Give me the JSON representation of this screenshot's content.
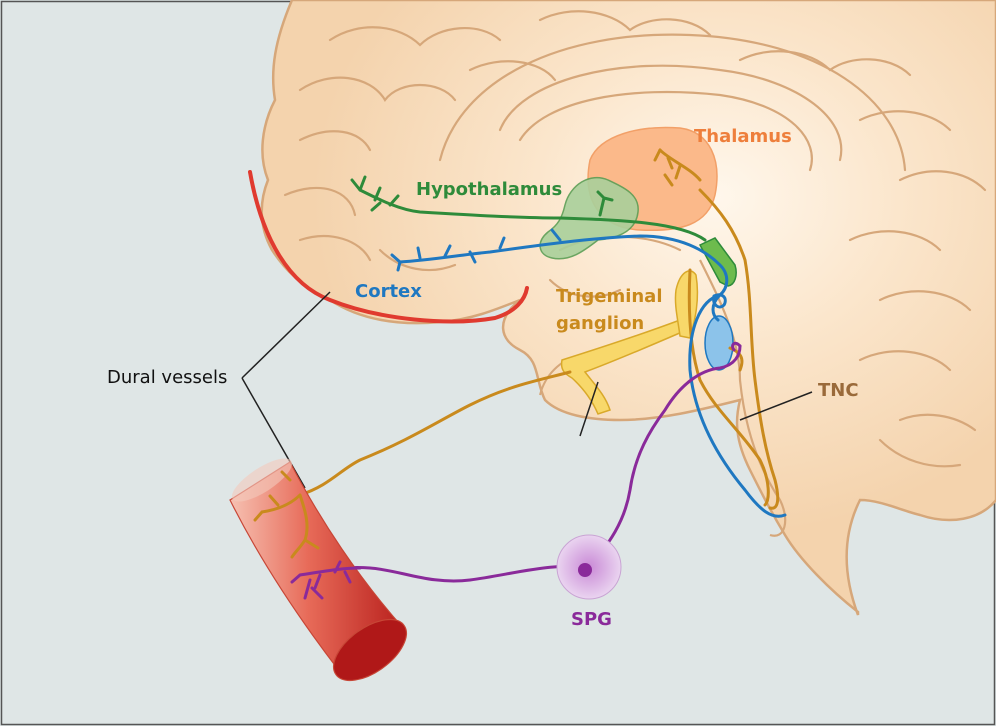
{
  "labels": {
    "thalamus": "Thalamus",
    "hypothalamus": "Hypothalamus",
    "cortex": "Cortex",
    "trigeminal_line1": "Trigeminal",
    "trigeminal_line2": "ganglion",
    "dural_vessels": "Dural vessels",
    "tnc": "TNC",
    "spg": "SPG"
  },
  "colors": {
    "background": "#dfe6e6",
    "brain_fill": "#f7dcbc",
    "brain_outline": "#d6a77a",
    "thalamus": "#fbb98a",
    "thalamus_label": "#ee7f3c",
    "hypothalamus": "#2e8b3a",
    "cortex": "#1f78c1",
    "trigeminal": "#c98a1d",
    "ganglion_fill": "#f8d86a",
    "dural_red": "#e03a2f",
    "vessel": "#d64b3a",
    "spg": "#8a2a9a",
    "tnc_label": "#9a6a3a",
    "leader": "#222222"
  }
}
